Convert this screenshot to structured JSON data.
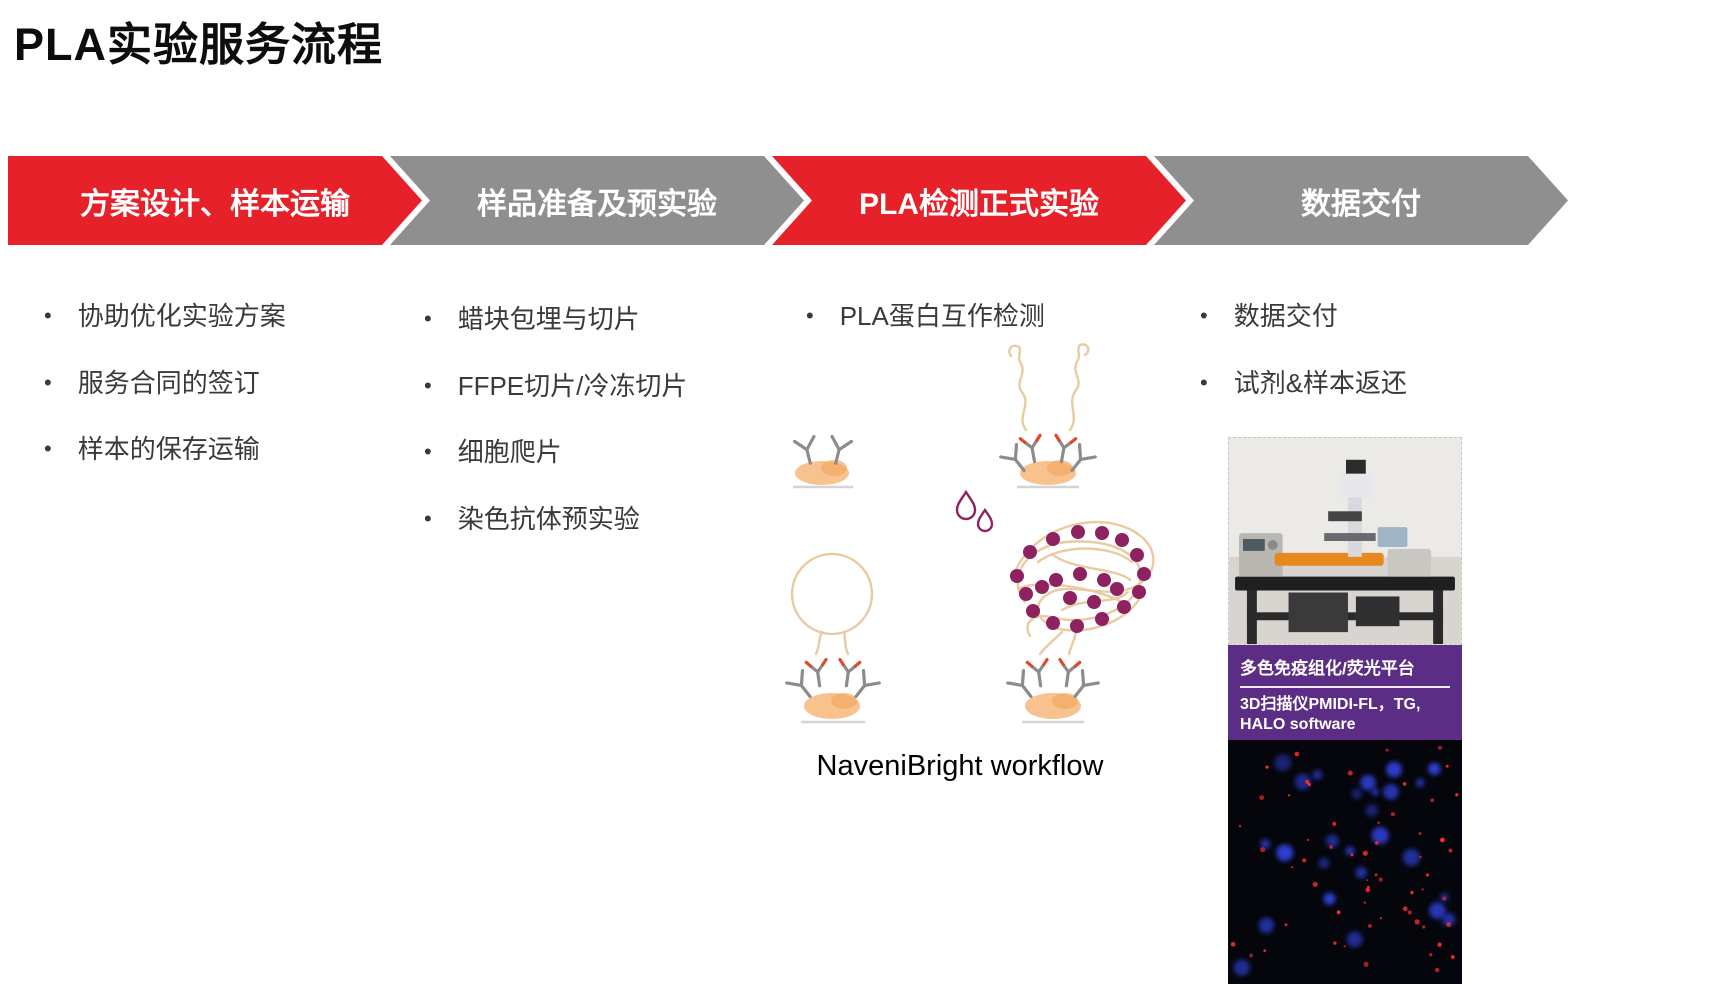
{
  "slide": {
    "title": "PLA实验服务流程"
  },
  "colors": {
    "step_red": "#e6212a",
    "step_gray": "#8f8f8f",
    "banner_purple": "#5c2d84",
    "bead_maroon": "#8e2160"
  },
  "workflow": {
    "steps": [
      {
        "label": "方案设计、样本运输",
        "color": "#e6212a"
      },
      {
        "label": "样品准备及预实验",
        "color": "#8f8f8f"
      },
      {
        "label": "PLA检测正式实验",
        "color": "#e6212a"
      },
      {
        "label": "数据交付",
        "color": "#8f8f8f"
      }
    ]
  },
  "columns": {
    "design": {
      "bullets": [
        "协助优化实验方案",
        "服务合同的签订",
        "样本的保存运输"
      ]
    },
    "preparation": {
      "bullets": [
        "蜡块包埋与切片",
        "FFPE切片/冷冻切片",
        "细胞爬片",
        "染色抗体预实验"
      ]
    },
    "detection": {
      "bullets": [
        "PLA蛋白互作检测"
      ],
      "caption": "NaveniBright workflow"
    },
    "delivery": {
      "bullets": [
        "数据交付",
        "试剂&样本返还"
      ],
      "platform_card": {
        "banner_title": "多色免疫组化/荧光平台",
        "scanner_line1": "3D扫描仪PMIDI-FL，TG,",
        "scanner_line2": "HALO software"
      }
    }
  }
}
